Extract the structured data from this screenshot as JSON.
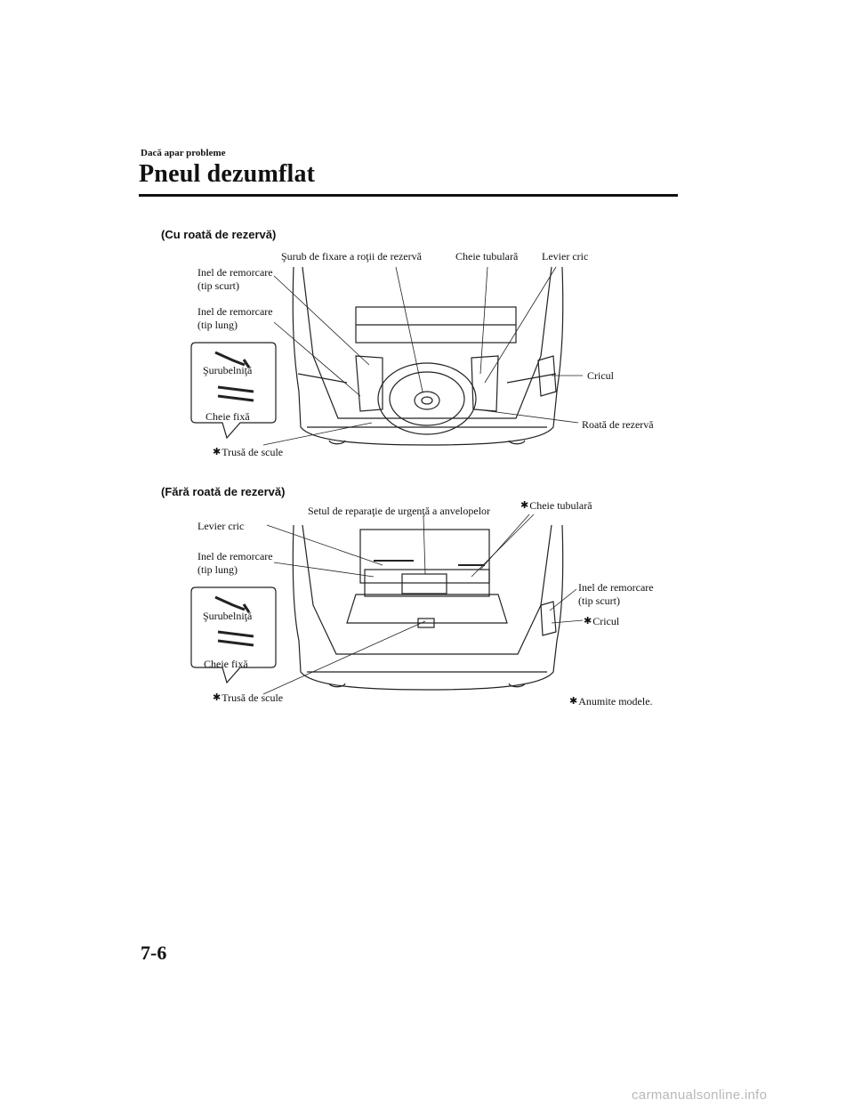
{
  "header": {
    "section": "Dacă apar probleme",
    "title": "Pneul dezumflat"
  },
  "figure1": {
    "heading": "(Cu roată de rezervă)",
    "labels": {
      "tow_short_1": "Inel de remorcare",
      "tow_short_2": "(tip scurt)",
      "tow_long_1": "Inel de remorcare",
      "tow_long_2": "(tip lung)",
      "bolt": "Şurub de fixare a roţii de rezervă",
      "lug_wrench": "Cheie tubulară",
      "jack_lever": "Levier cric",
      "jack": "Cricul",
      "spare_wheel": "Roată de rezervă",
      "screwdriver": "Şurubelniţă",
      "wrench": "Cheie fixă",
      "toolkit": "Trusă de scule"
    }
  },
  "figure2": {
    "heading": "(Fără roată de rezervă)",
    "labels": {
      "jack_lever": "Levier cric",
      "repair_kit": "Setul de reparaţie de urgenţă a anvelopelor",
      "lug_wrench": "Cheie tubulară",
      "tow_long_1": "Inel de remorcare",
      "tow_long_2": "(tip lung)",
      "tow_short_1": "Inel de remorcare",
      "tow_short_2": "(tip scurt)",
      "jack": "Cricul",
      "screwdriver": "Şurubelniţă",
      "wrench": "Cheie fixă",
      "toolkit": "Trusă de scule",
      "footnote": "Anumite modele."
    }
  },
  "icons": {
    "asterisk": "✱"
  },
  "footer": {
    "page_number": "7-6",
    "watermark": "carmanualsonline.info"
  }
}
